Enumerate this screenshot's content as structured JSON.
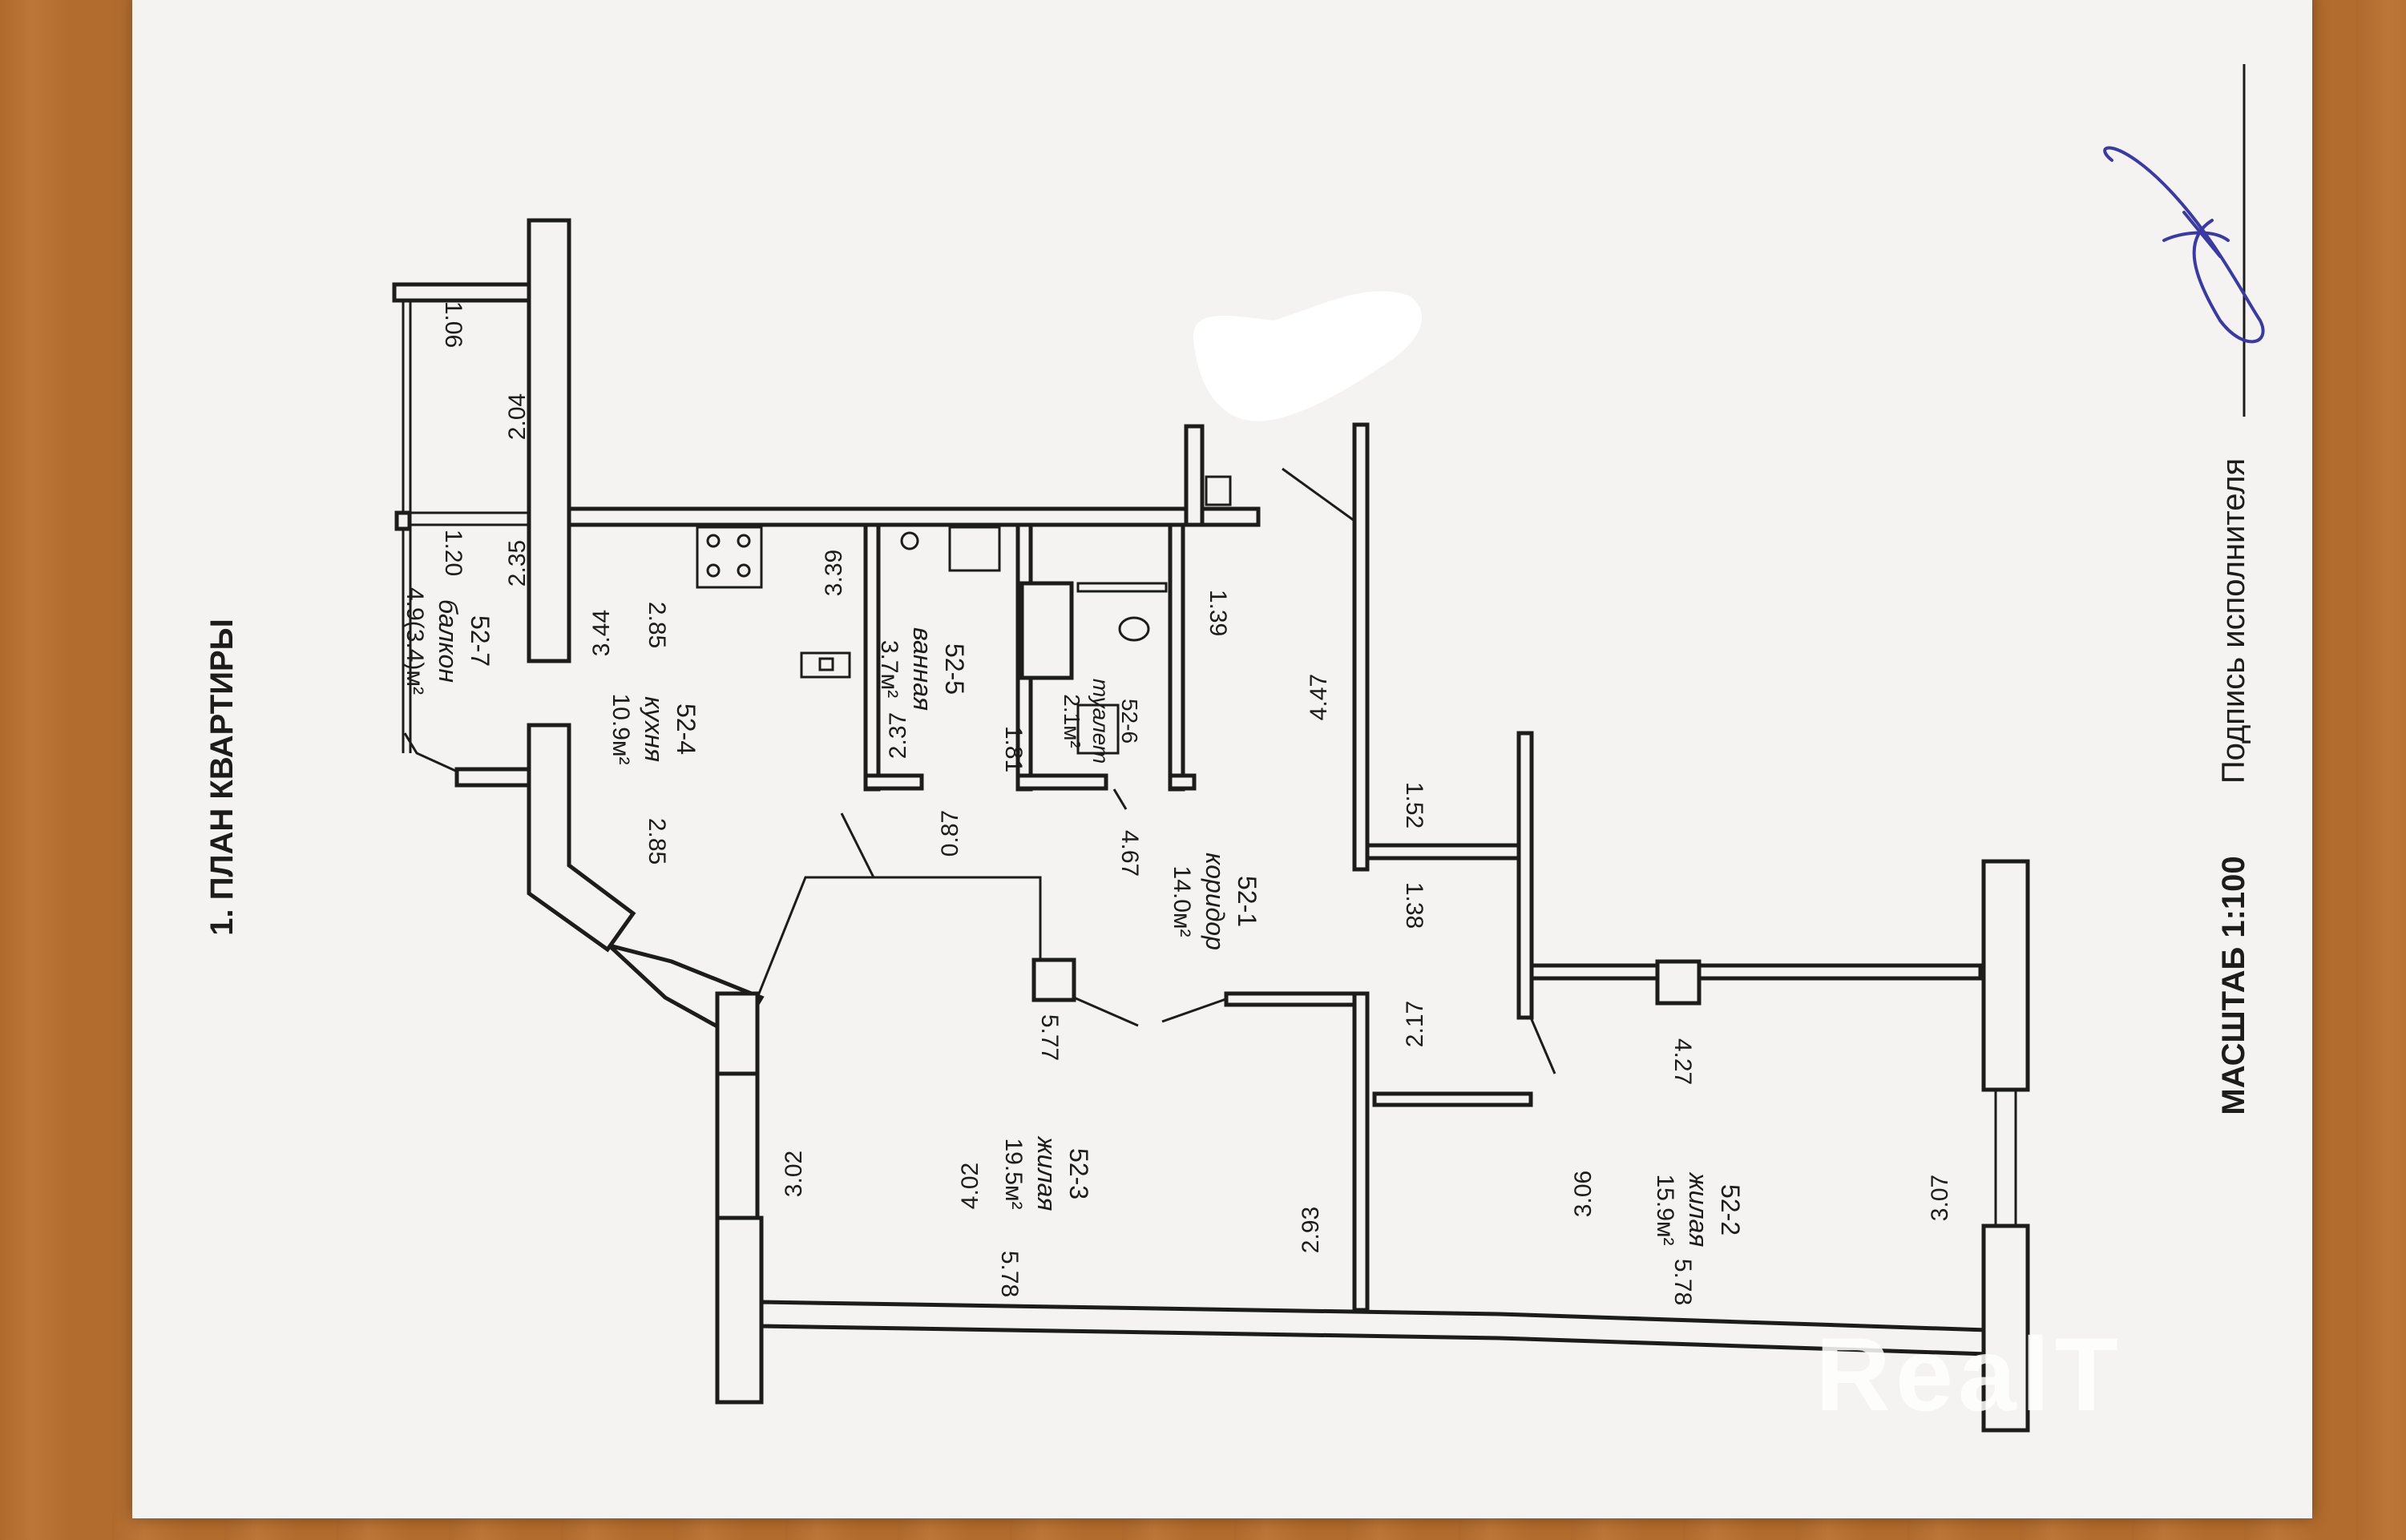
{
  "document": {
    "title": "1. ПЛАН КВАРТИРЫ",
    "scale": "МАСШТАБ 1:100",
    "signature_label": "Подпись исполнителя"
  },
  "rooms": [
    {
      "id": "52-1",
      "name": "коридор",
      "area": "14.0м²"
    },
    {
      "id": "52-2",
      "name": "жилая",
      "area": "15.9м²"
    },
    {
      "id": "52-3",
      "name": "жилая",
      "area": "19.5м²"
    },
    {
      "id": "52-4",
      "name": "кухня",
      "area": "10.9м²"
    },
    {
      "id": "52-5",
      "name": "ванная",
      "area": "3.7м²"
    },
    {
      "id": "52-6",
      "name": "туалет",
      "area": "2.1м²"
    },
    {
      "id": "52-7",
      "name": "балкон",
      "area": "4.9(3.4)м²"
    }
  ],
  "dimensions": {
    "balcony_top": "1.06",
    "balcony_side": "2.04",
    "balcony_mid": "1.20",
    "balcony_left": "2.35",
    "kitchen_wall": "3.44",
    "kitchen_top": "2.85",
    "kitchen_height": "3.39",
    "kitchen_bottom": "2.85",
    "bath_h": "2.37",
    "bath_w": "1.81",
    "toilet_w": "1.39",
    "door_gap": "0.87",
    "corridor_len": "4.47",
    "corridor_w": "4.67",
    "corridor_side": "1.52",
    "corridor_side2": "1.38",
    "room3_top": "5.77",
    "room3_h": "4.02",
    "room3_left": "3.02",
    "room3_bottom": "5.78",
    "room3_right": "2.93",
    "room2_top": "4.27",
    "room2_left": "3.06",
    "room2_right": "3.07",
    "room2_bottom": "5.78",
    "room2_door": "2.17"
  },
  "watermark": "RealT",
  "colors": {
    "desk": "#b9702f",
    "paper": "#f4f3f1",
    "ink": "#1c1c1c",
    "signature": "#3a3aa0"
  }
}
